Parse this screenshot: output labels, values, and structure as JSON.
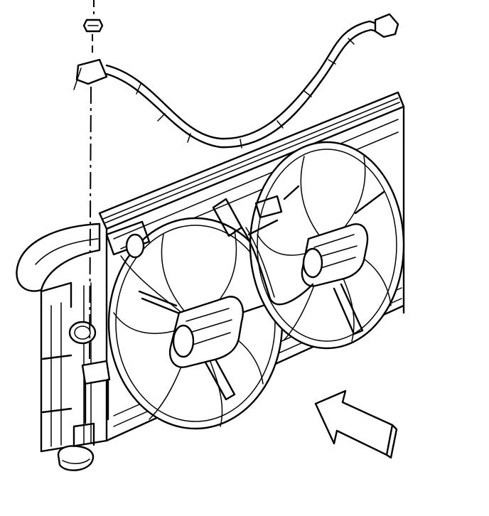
{
  "diagram": {
    "line_color": "#000000",
    "background_color": "#ffffff",
    "components": [
      {
        "name": "radiator",
        "icon": "radiator-core"
      },
      {
        "name": "left-cooling-fan",
        "icon": "fan-7-blade"
      },
      {
        "name": "right-cooling-fan",
        "icon": "fan-7-blade"
      },
      {
        "name": "fan-motor",
        "icon": "motor-housing"
      },
      {
        "name": "wiring-harness",
        "icon": "wire-with-clips"
      },
      {
        "name": "fastener-nut",
        "icon": "hex-nut"
      },
      {
        "name": "upper-radiator-hose",
        "icon": "hose"
      },
      {
        "name": "coolant-reservoir",
        "icon": "tank"
      },
      {
        "name": "direction-arrow",
        "icon": "outline-arrow"
      }
    ]
  }
}
